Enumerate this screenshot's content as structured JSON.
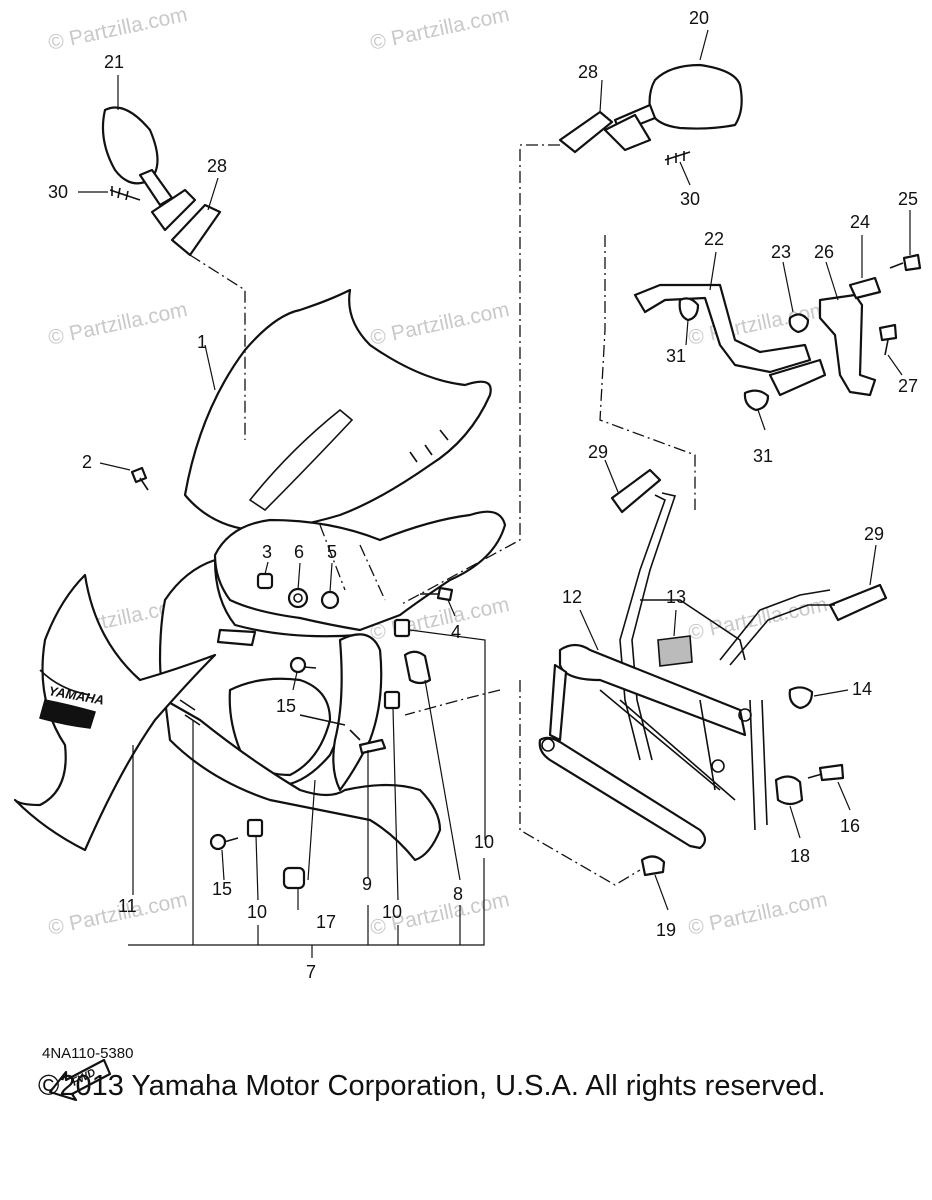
{
  "watermark": "© Partzilla.com",
  "callouts": [
    "1",
    "2",
    "3",
    "4",
    "5",
    "6",
    "7",
    "8",
    "9",
    "10",
    "11",
    "12",
    "13",
    "14",
    "15",
    "16",
    "17",
    "18",
    "19",
    "20",
    "21",
    "22",
    "23",
    "24",
    "25",
    "26",
    "27",
    "28",
    "29",
    "30",
    "31"
  ],
  "brand_text": "YAMAHA",
  "fwd_label": "FWD",
  "diagram_code": "4NA110-5380",
  "copyright": "©2013 Yamaha Motor Corporation, U.S.A. All rights reserved."
}
